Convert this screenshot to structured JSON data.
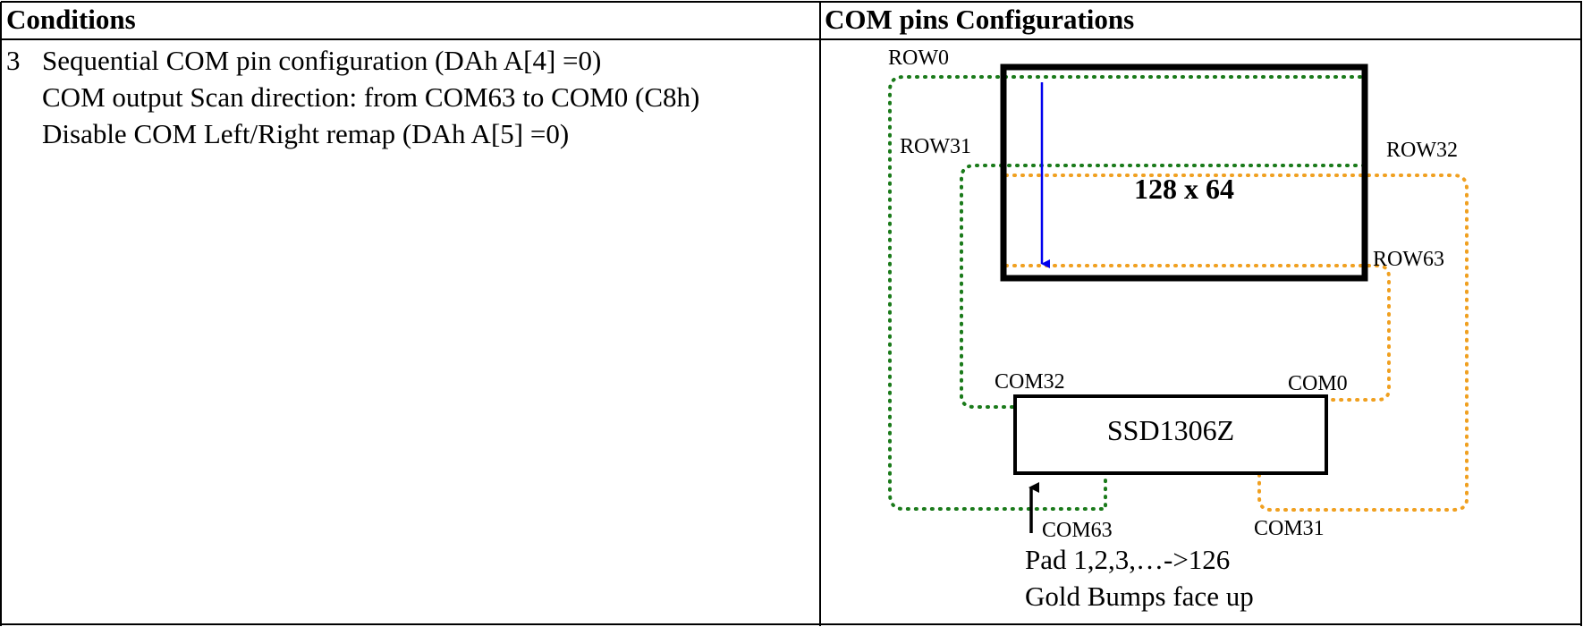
{
  "table": {
    "header_conditions": "Conditions",
    "header_com": "COM pins Configurations",
    "row_number": "3",
    "conditions": [
      "Sequential COM pin configuration (DAh A[4] =0)",
      "COM output Scan direction: from COM63 to COM0 (C8h)",
      "Disable COM Left/Right remap (DAh A[5] =0)"
    ]
  },
  "diagram": {
    "display_label": "128 x 64",
    "chip_label": "SSD1306Z",
    "rows": {
      "row0": "ROW0",
      "row31": "ROW31",
      "row32": "ROW32",
      "row63": "ROW63"
    },
    "coms": {
      "com32": "COM32",
      "com0": "COM0",
      "com63": "COM63",
      "com31": "COM31"
    },
    "pad_label": "Pad 1,2,3,…->126",
    "bumps_label": "Gold Bumps face up",
    "colors": {
      "green_route": "#1a7a1a",
      "orange_route": "#f0a020",
      "scan_arrow": "#0000ee",
      "frame": "#000000"
    }
  }
}
